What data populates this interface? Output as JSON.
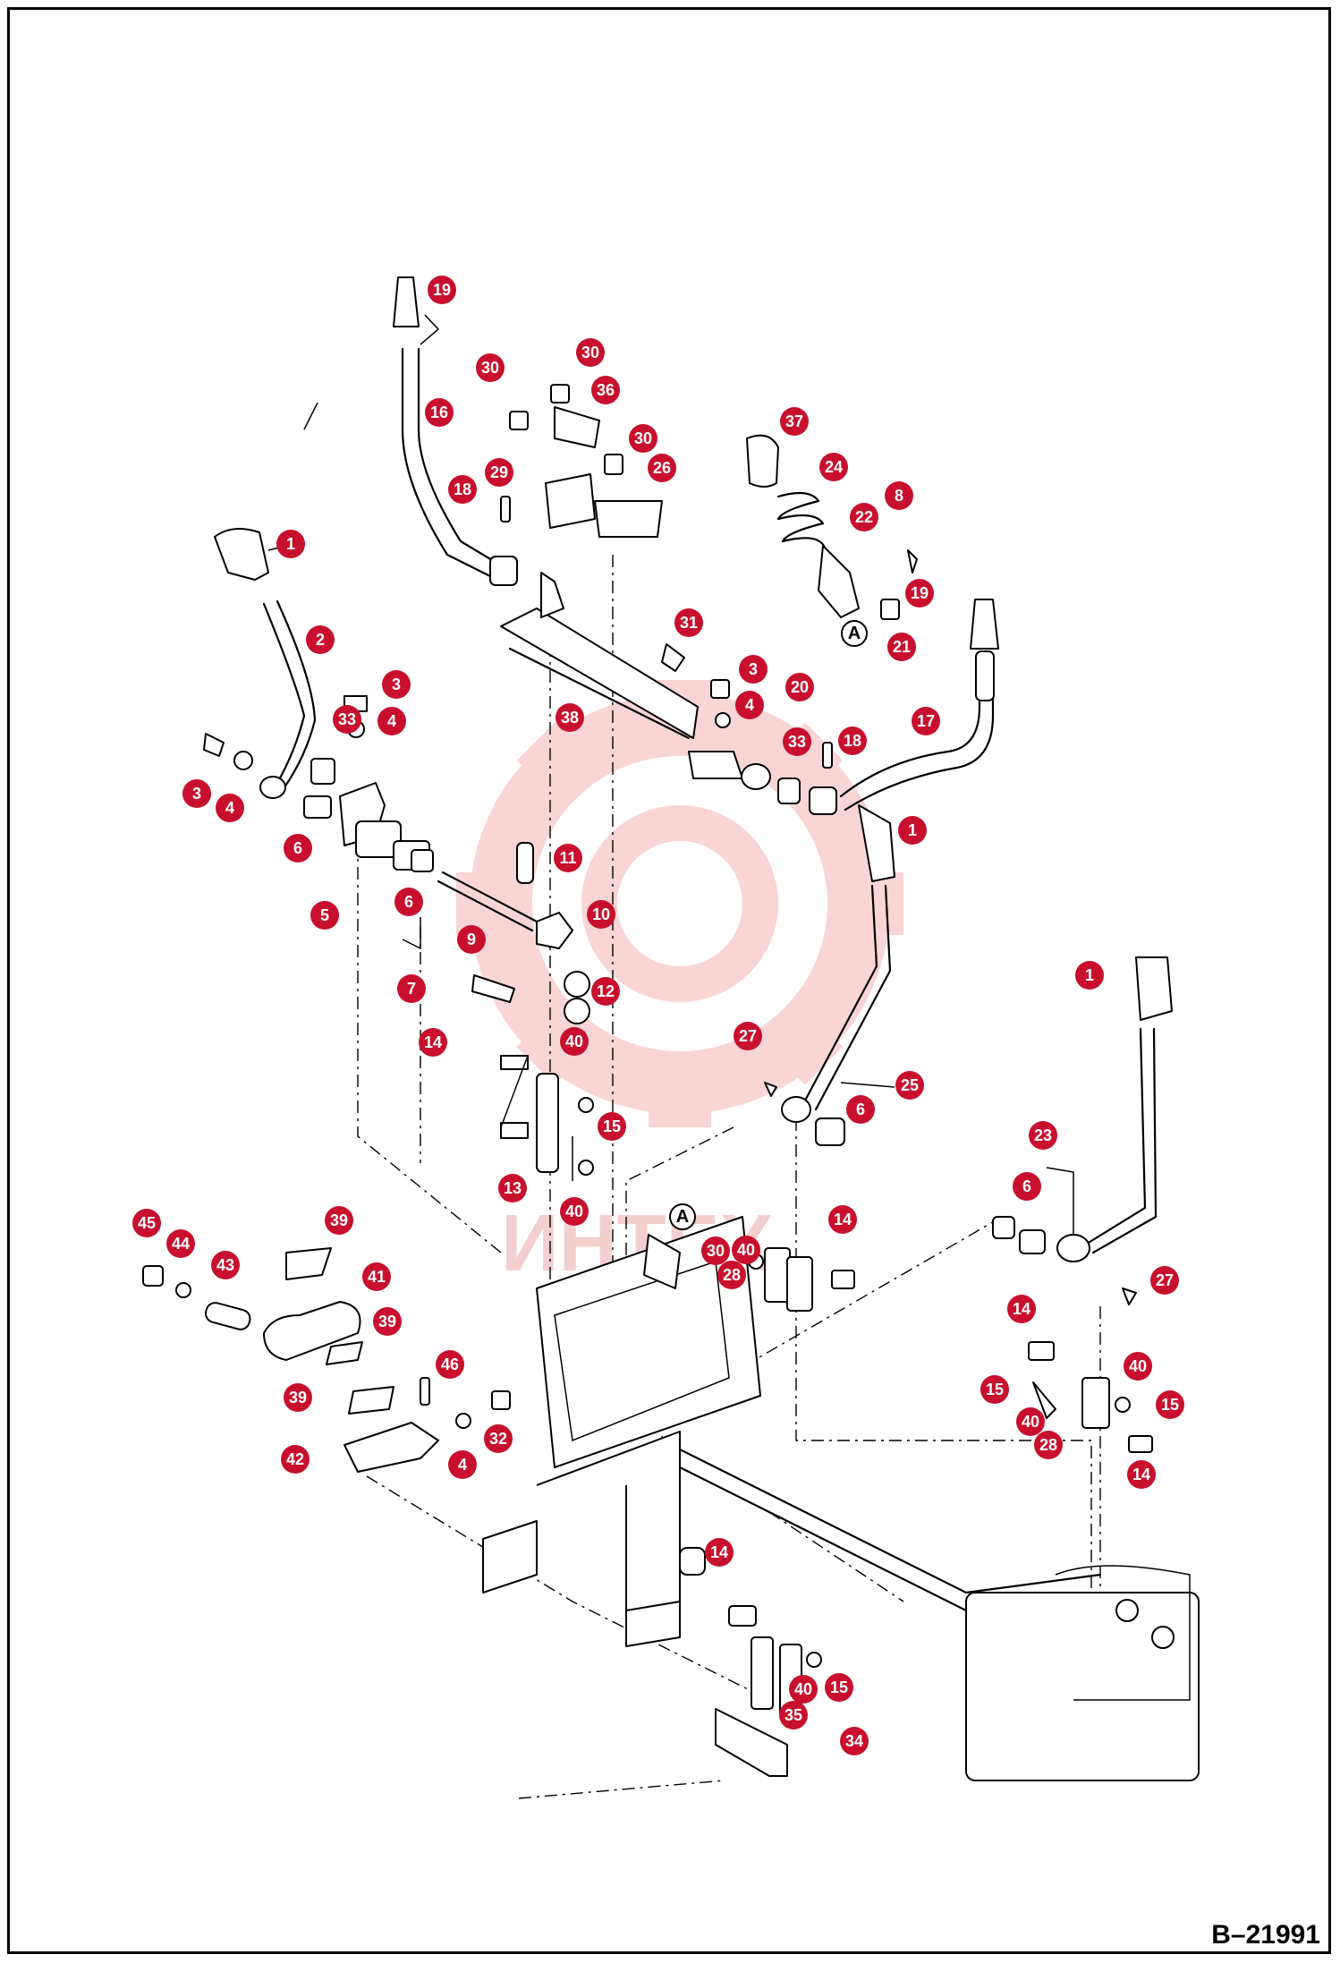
{
  "drawing_number": "B–21991",
  "reference_marks": [
    "A",
    "A"
  ],
  "watermark_text": "ИНТЕХ",
  "colors": {
    "balloon": "#c8102e",
    "balloon_text": "#ffffff",
    "line": "#000000",
    "watermark": "#f2b8b8"
  },
  "callouts": [
    {
      "n": "1"
    },
    {
      "n": "2"
    },
    {
      "n": "3"
    },
    {
      "n": "3"
    },
    {
      "n": "3"
    },
    {
      "n": "4"
    },
    {
      "n": "4"
    },
    {
      "n": "4"
    },
    {
      "n": "4"
    },
    {
      "n": "5"
    },
    {
      "n": "6"
    },
    {
      "n": "6"
    },
    {
      "n": "6"
    },
    {
      "n": "6"
    },
    {
      "n": "7"
    },
    {
      "n": "8"
    },
    {
      "n": "9"
    },
    {
      "n": "10"
    },
    {
      "n": "11"
    },
    {
      "n": "12"
    },
    {
      "n": "13"
    },
    {
      "n": "14"
    },
    {
      "n": "14"
    },
    {
      "n": "14"
    },
    {
      "n": "14"
    },
    {
      "n": "14"
    },
    {
      "n": "15"
    },
    {
      "n": "15"
    },
    {
      "n": "15"
    },
    {
      "n": "15"
    },
    {
      "n": "16"
    },
    {
      "n": "17"
    },
    {
      "n": "18"
    },
    {
      "n": "18"
    },
    {
      "n": "19"
    },
    {
      "n": "19"
    },
    {
      "n": "20"
    },
    {
      "n": "21"
    },
    {
      "n": "22"
    },
    {
      "n": "23"
    },
    {
      "n": "24"
    },
    {
      "n": "25"
    },
    {
      "n": "26"
    },
    {
      "n": "27"
    },
    {
      "n": "27"
    },
    {
      "n": "28"
    },
    {
      "n": "28"
    },
    {
      "n": "29"
    },
    {
      "n": "30"
    },
    {
      "n": "30"
    },
    {
      "n": "30"
    },
    {
      "n": "30"
    },
    {
      "n": "31"
    },
    {
      "n": "32"
    },
    {
      "n": "33"
    },
    {
      "n": "33"
    },
    {
      "n": "34"
    },
    {
      "n": "35"
    },
    {
      "n": "36"
    },
    {
      "n": "37"
    },
    {
      "n": "38"
    },
    {
      "n": "39"
    },
    {
      "n": "39"
    },
    {
      "n": "39"
    },
    {
      "n": "40"
    },
    {
      "n": "40"
    },
    {
      "n": "40"
    },
    {
      "n": "40"
    },
    {
      "n": "40"
    },
    {
      "n": "40"
    },
    {
      "n": "41"
    },
    {
      "n": "42"
    },
    {
      "n": "43"
    },
    {
      "n": "44"
    },
    {
      "n": "45"
    },
    {
      "n": "46"
    },
    {
      "n": "1"
    },
    {
      "n": "1"
    }
  ]
}
